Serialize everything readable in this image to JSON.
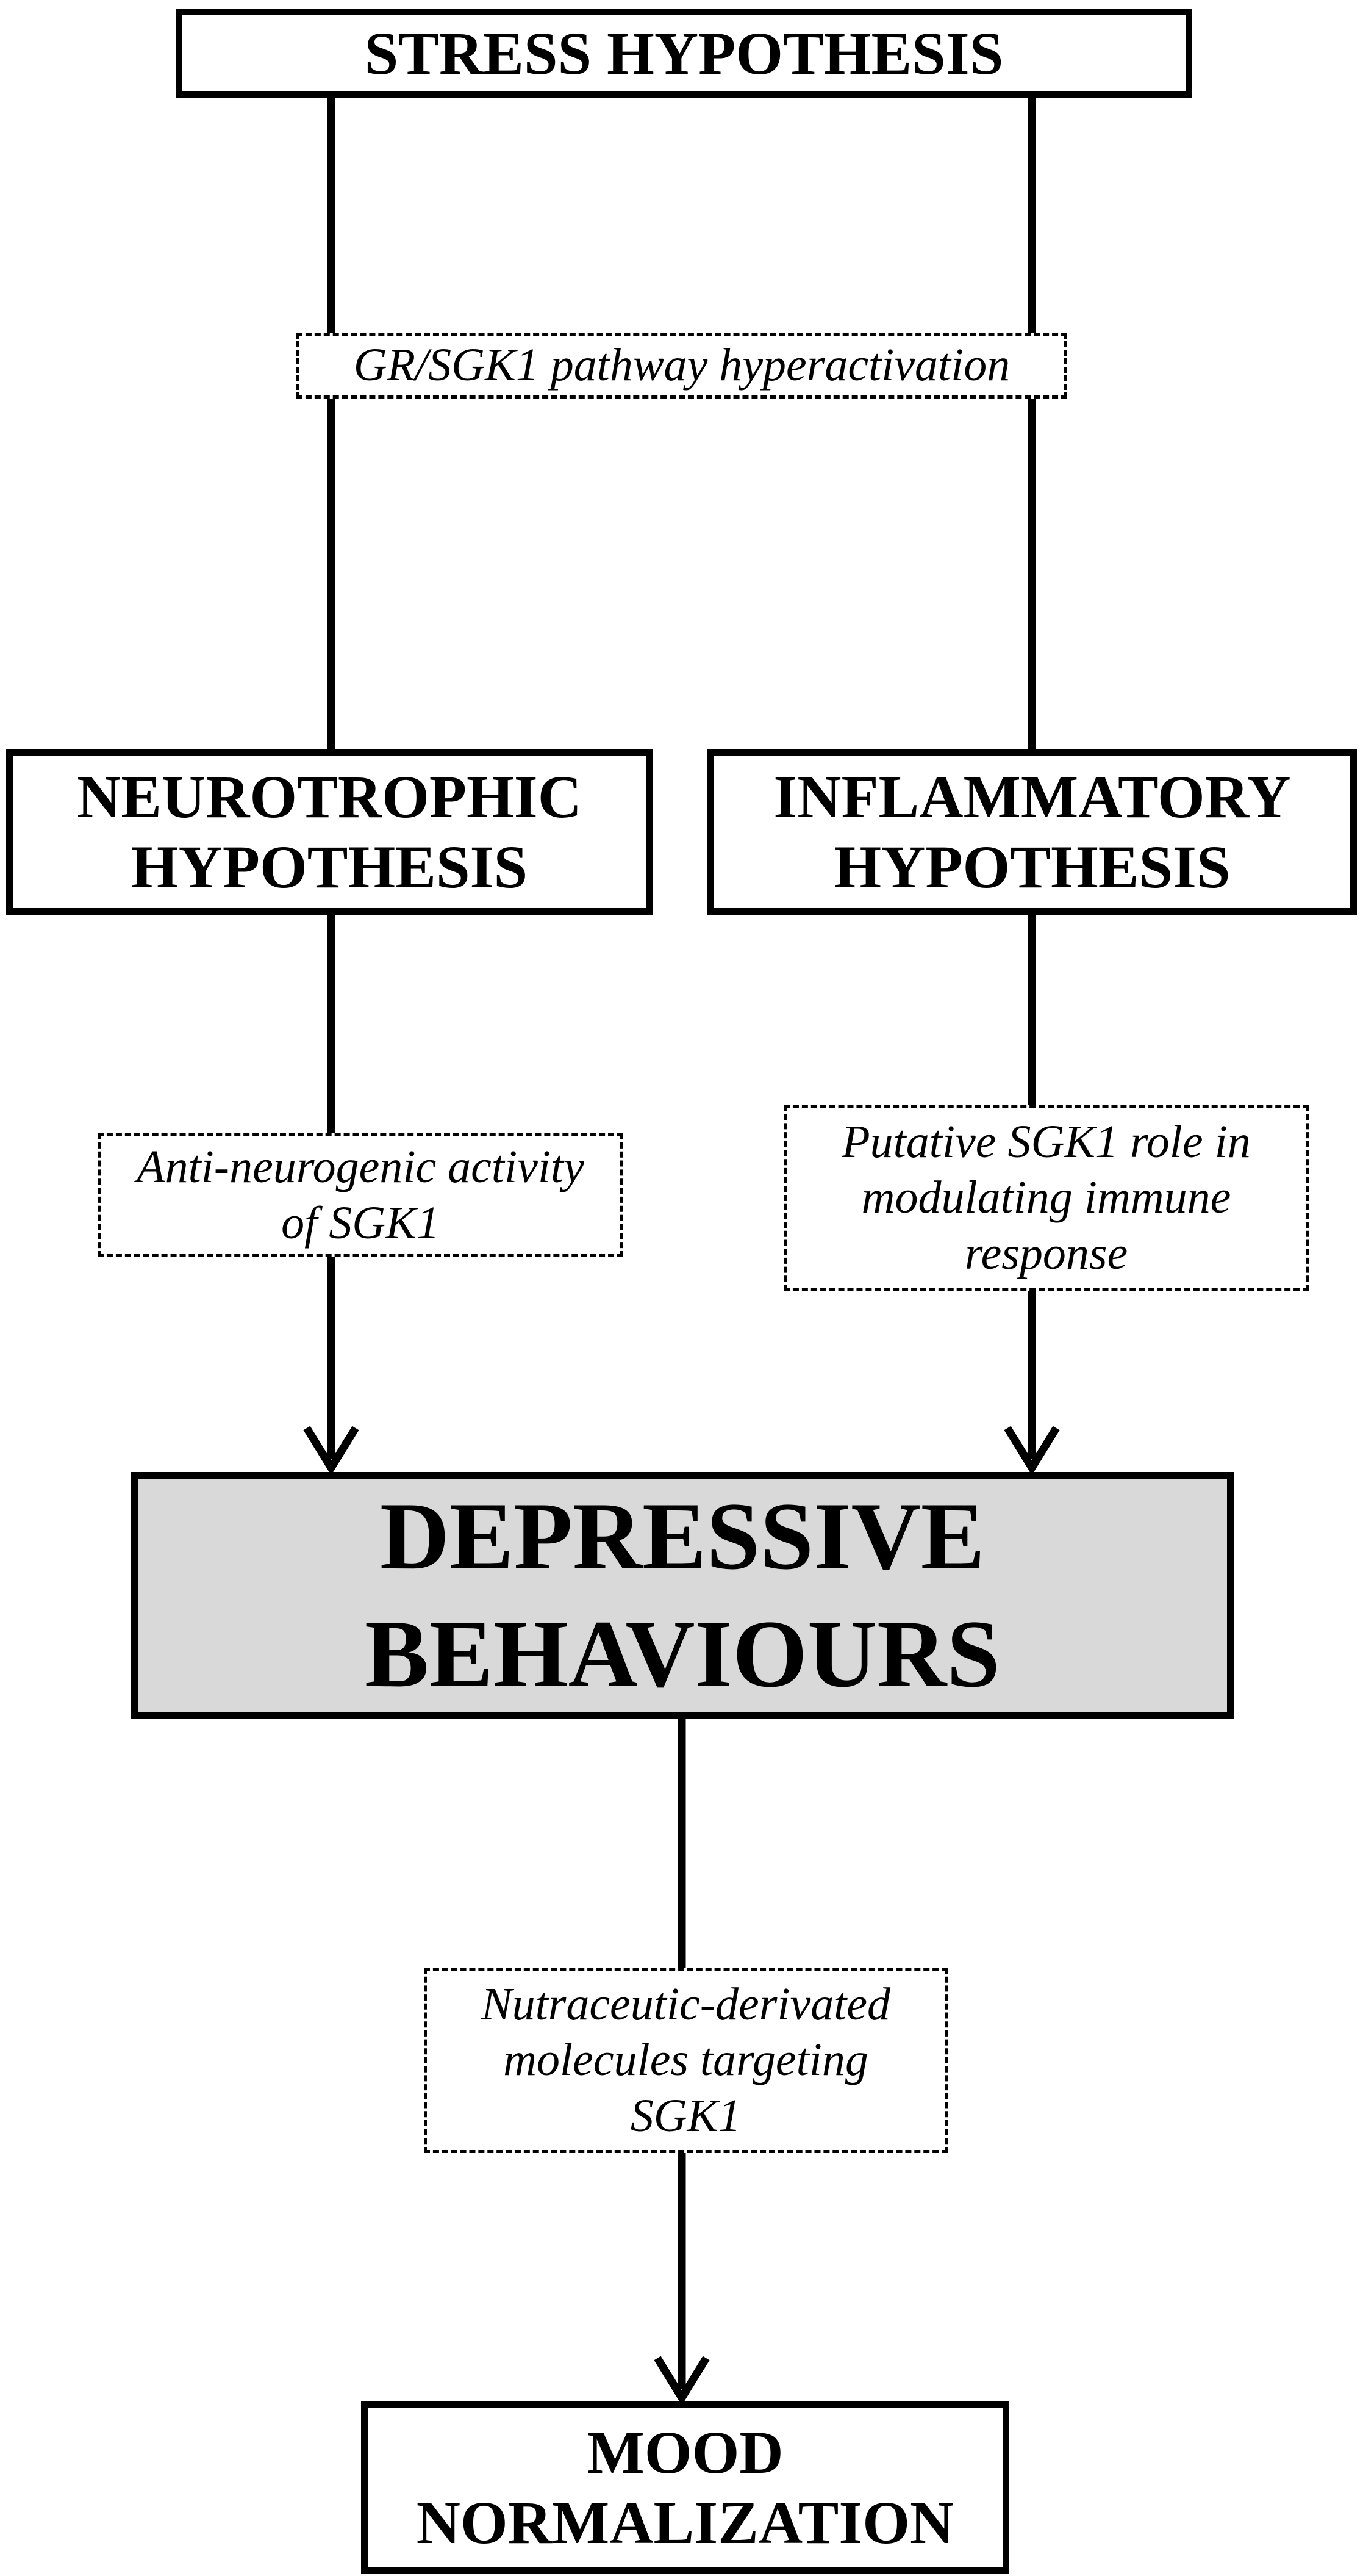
{
  "stress_box": {
    "line1": "STRESS HYPOTHESIS"
  },
  "neurotrophic_box": {
    "line1": "NEUROTROPHIC",
    "line2": "HYPOTHESIS"
  },
  "inflammatory_box": {
    "line1": "INFLAMMATORY",
    "line2": "HYPOTHESIS"
  },
  "depressive_box": {
    "line1": "DEPRESSIVE",
    "line2": "BEHAVIOURS",
    "fill_color": "#d9d9d9"
  },
  "mood_box": {
    "line1": "MOOD",
    "line2": "NORMALIZATION"
  },
  "notes": {
    "gr_sgk1": {
      "line1": "GR/SGK1 pathway hyperactivation"
    },
    "anti_neurogenic": {
      "line1": "Anti-neurogenic activity",
      "line2": "of SGK1"
    },
    "putative_role": {
      "line1": "Putative SGK1 role in",
      "line2": "modulating immune",
      "line3": "response"
    },
    "nutraceutic": {
      "line1": "Nutraceutic-derivated",
      "line2": "molecules targeting",
      "line3": "SGK1"
    }
  }
}
